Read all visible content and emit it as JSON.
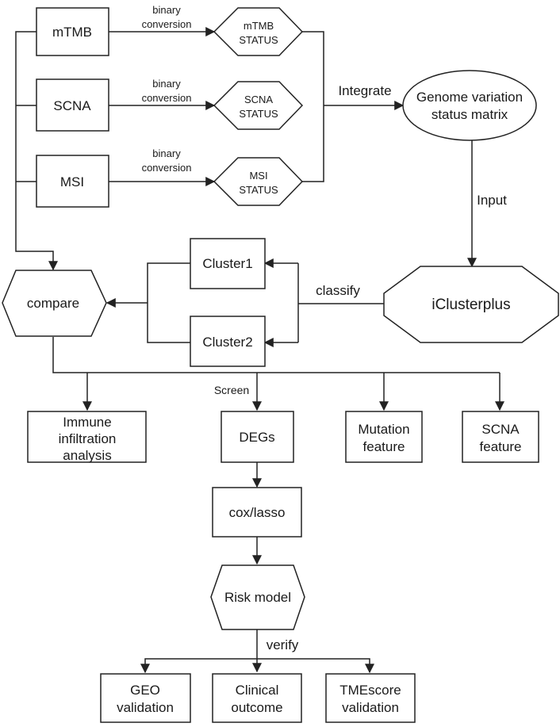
{
  "nodes": {
    "mtmb": "mTMB",
    "scna": "SCNA",
    "msi": "MSI",
    "mtmb_status": [
      "mTMB",
      "STATUS"
    ],
    "scna_status": [
      "SCNA",
      "STATUS"
    ],
    "msi_status": [
      "MSI",
      "STATUS"
    ],
    "genome_matrix": [
      "Genome variation",
      "status matrix"
    ],
    "icluster": "iClusterplus",
    "cluster1": "Cluster1",
    "cluster2": "Cluster2",
    "compare": "compare",
    "immune": [
      "Immune",
      "infiltration",
      "analysis"
    ],
    "degs": "DEGs",
    "mutation": [
      "Mutation",
      "feature"
    ],
    "scna_feature": [
      "SCNA",
      "feature"
    ],
    "coxlasso": "cox/lasso",
    "risk_model": "Risk model",
    "geo": [
      "GEO",
      "validation"
    ],
    "clinical": [
      "Clinical",
      "outcome"
    ],
    "tmescore": [
      "TMEscore",
      "validation"
    ]
  },
  "edge_labels": {
    "binary_conversion": [
      "binary",
      "conversion"
    ],
    "integrate": "Integrate",
    "input": "Input",
    "classify": "classify",
    "screen": "Screen",
    "verify": "verify"
  }
}
